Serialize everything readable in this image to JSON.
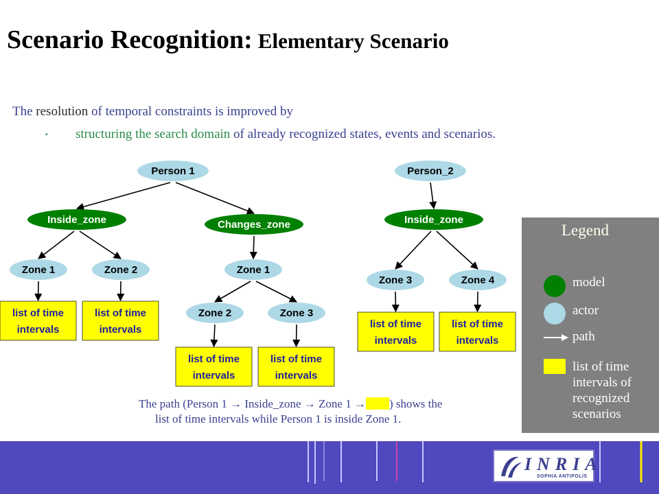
{
  "title": {
    "main": "Scenario Recognition:",
    "sub": "Elementary  Scenario"
  },
  "intro": {
    "w1": "The",
    "w2": " resolution ",
    "w3": "of temporal constraints is improved by",
    "bullet_symbol": "▪",
    "b1": "structuring the search domain",
    "b2": " of already recognized states, events and scenarios."
  },
  "diagram": {
    "nodes": [
      {
        "id": "person1",
        "label": "Person 1",
        "kind": "actor"
      },
      {
        "id": "inside1",
        "label": "Inside_zone",
        "kind": "model"
      },
      {
        "id": "changes",
        "label": "Changes_zone",
        "kind": "model"
      },
      {
        "id": "zone1a",
        "label": "Zone 1",
        "kind": "actor"
      },
      {
        "id": "zone2a",
        "label": "Zone 2",
        "kind": "actor"
      },
      {
        "id": "zone1b",
        "label": "Zone 1",
        "kind": "actor"
      },
      {
        "id": "zone2b",
        "label": "Zone 2",
        "kind": "actor"
      },
      {
        "id": "zone3b",
        "label": "Zone 3",
        "kind": "actor"
      },
      {
        "id": "person2",
        "label": "Person_2",
        "kind": "actor"
      },
      {
        "id": "inside2",
        "label": "Inside_zone",
        "kind": "model"
      },
      {
        "id": "zone3c",
        "label": "Zone 3",
        "kind": "actor"
      },
      {
        "id": "zone4c",
        "label": "Zone 4",
        "kind": "actor"
      }
    ],
    "boxes": [
      {
        "id": "box1",
        "line1": "list of time",
        "line2": "intervals"
      },
      {
        "id": "box2",
        "line1": "list of time",
        "line2": "intervals"
      },
      {
        "id": "box3",
        "line1": "list of time",
        "line2": "intervals"
      },
      {
        "id": "box4",
        "line1": "list of time",
        "line2": "intervals"
      },
      {
        "id": "box5",
        "line1": "list of time",
        "line2": "intervals"
      },
      {
        "id": "box6",
        "line1": "list of time",
        "line2": "intervals"
      }
    ],
    "edges": [
      [
        "person1",
        "inside1"
      ],
      [
        "person1",
        "changes"
      ],
      [
        "inside1",
        "zone1a"
      ],
      [
        "inside1",
        "zone2a"
      ],
      [
        "changes",
        "zone1b"
      ],
      [
        "zone1b",
        "zone2b"
      ],
      [
        "zone1b",
        "zone3b"
      ],
      [
        "zone1a",
        "box1"
      ],
      [
        "zone2a",
        "box2"
      ],
      [
        "zone2b",
        "box3"
      ],
      [
        "zone3b",
        "box4"
      ],
      [
        "person2",
        "inside2"
      ],
      [
        "inside2",
        "zone3c"
      ],
      [
        "inside2",
        "zone4c"
      ],
      [
        "zone3c",
        "box5"
      ],
      [
        "zone4c",
        "box6"
      ]
    ],
    "colors": {
      "model": "#008000",
      "actor": "#add8e6",
      "box": "#ffff00",
      "box_text": "#1f1fa0"
    }
  },
  "caption": {
    "part1": "The path (Person 1 ",
    "arrow": "→",
    "part2": " Inside_zone ",
    "part3": " Zone 1 ",
    "part4": ") shows the",
    "line2": "list of time intervals while Person 1 is inside Zone 1."
  },
  "legend": {
    "title": "Legend",
    "items": [
      {
        "kind": "model",
        "label": "model"
      },
      {
        "kind": "actor",
        "label": "actor"
      },
      {
        "kind": "path",
        "label": "path"
      },
      {
        "kind": "box",
        "label": "list of time intervals of recognized scenarios"
      }
    ]
  },
  "logo": {
    "word": "INRIA",
    "small": "SOPHIA ANTIPOLIS"
  }
}
